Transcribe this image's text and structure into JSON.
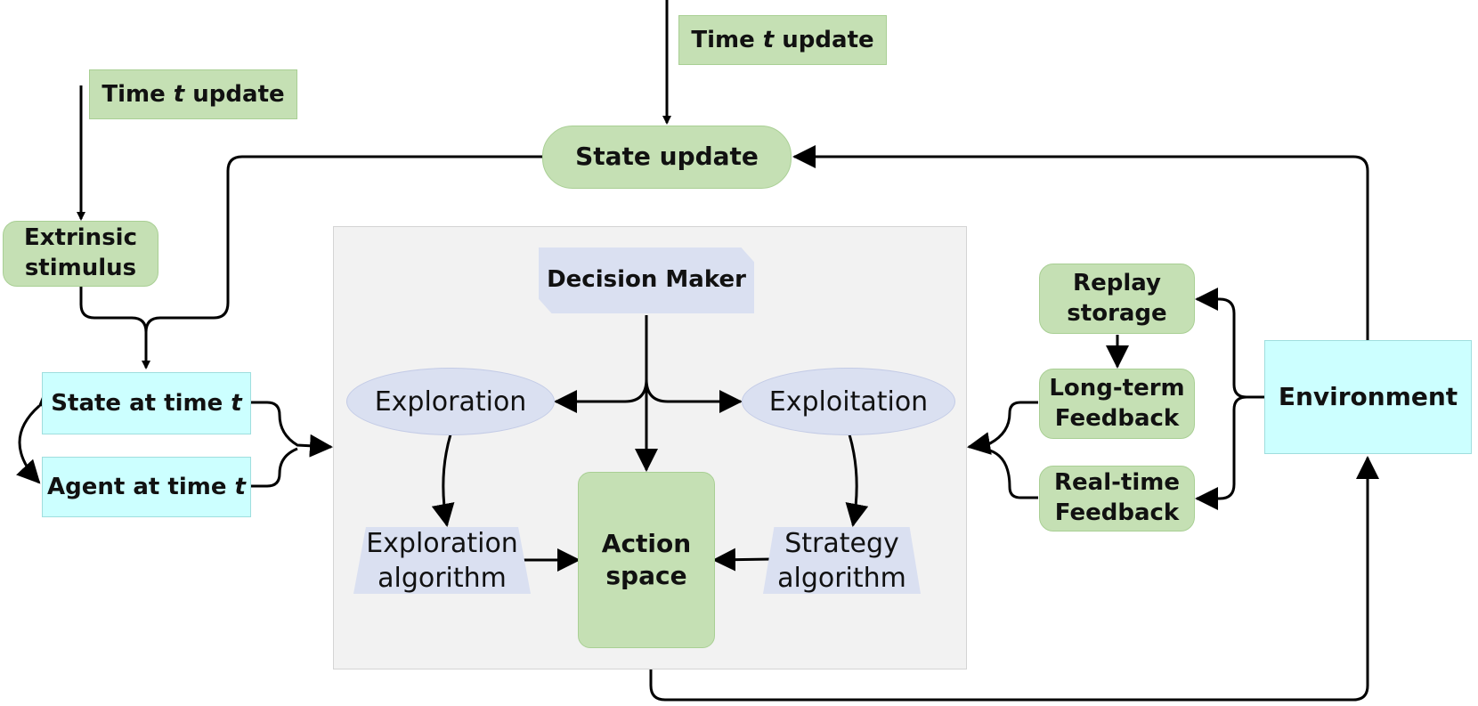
{
  "time_update_top": {
    "pre": "Time ",
    "var": "t",
    "post": " update"
  },
  "time_update_left": {
    "pre": "Time ",
    "var": "t",
    "post": " update"
  },
  "state_update": "State update",
  "extrinsic_stimulus": "Extrinsic\nstimulus",
  "state_at_time": {
    "label": "State at time ",
    "var": "t"
  },
  "agent_at_time": {
    "label": "Agent at time ",
    "var": "t"
  },
  "decision_maker": "Decision Maker",
  "exploration": "Exploration",
  "exploitation": "Exploitation",
  "exploration_algorithm": "Exploration\nalgorithm",
  "strategy_algorithm": "Strategy\nalgorithm",
  "action_space": "Action\nspace",
  "replay_storage": "Replay\nstorage",
  "long_term_feedback": "Long-term\nFeedback",
  "real_time_feedback": "Real-time\nFeedback",
  "environment": "Environment"
}
